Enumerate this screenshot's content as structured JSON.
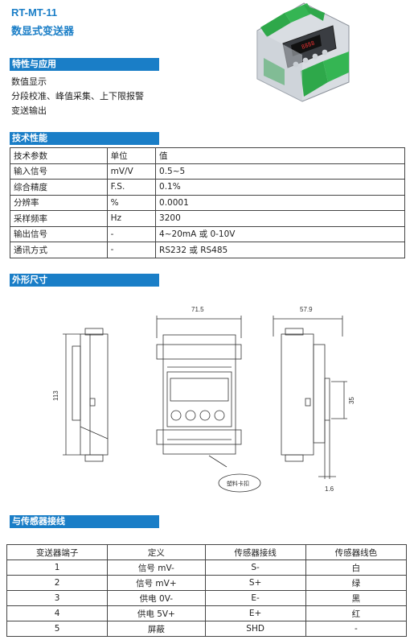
{
  "header": {
    "model": "RT-MT-11",
    "name": "数显式变送器"
  },
  "features": {
    "title": "特性与应用",
    "items": [
      "数值显示",
      "分段校准、峰值采集、上下限报警",
      "变送输出"
    ]
  },
  "specs": {
    "title": "技术性能",
    "headers": [
      "技术参数",
      "单位",
      "值"
    ],
    "rows": [
      [
        "输入信号",
        "mV/V",
        "0.5~5"
      ],
      [
        "综合精度",
        "F.S.",
        "0.1%"
      ],
      [
        "分辨率",
        "%",
        "0.0001"
      ],
      [
        "采样频率",
        "Hz",
        "3200"
      ],
      [
        "输出信号",
        "-",
        "4~20mA 或 0-10V"
      ],
      [
        "通讯方式",
        "-",
        "RS232 或 RS485"
      ]
    ]
  },
  "dimensions": {
    "title": "外形尺寸",
    "width_front": "71.5",
    "width_side": "57.9",
    "height": "113",
    "rail_offset": "35",
    "clip_depth": "1.6",
    "clip_note": "塑料卡扣"
  },
  "wiring": {
    "title": "与传感器接线",
    "headers": [
      "变送器端子",
      "定义",
      "传感器接线",
      "传感器线色"
    ],
    "rows": [
      [
        "1",
        "信号 mV-",
        "S-",
        "白"
      ],
      [
        "2",
        "信号 mV+",
        "S+",
        "绿"
      ],
      [
        "3",
        "供电 0V-",
        "E-",
        "黑"
      ],
      [
        "4",
        "供电 5V+",
        "E+",
        "红"
      ],
      [
        "5",
        "屏蔽",
        "SHD",
        "-"
      ]
    ]
  },
  "colors": {
    "accent": "#1a7ec7",
    "terminal_green": "#2ea84a"
  }
}
